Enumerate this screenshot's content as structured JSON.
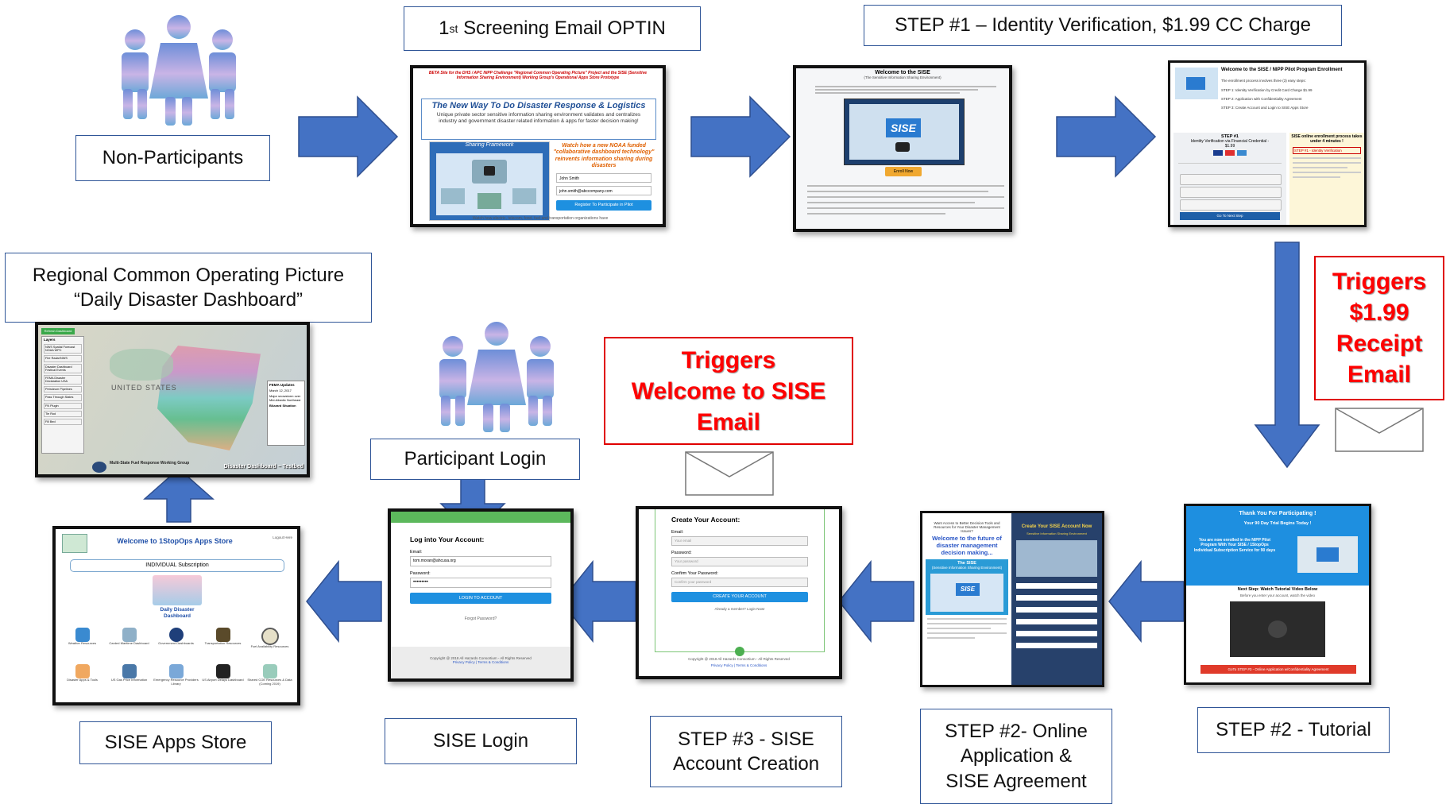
{
  "labels": {
    "non_participants": "Non-Participants",
    "screening_email_prefix": "1",
    "screening_email_sup": "st",
    "screening_email_rest": " Screening Email OPTIN",
    "step1": "STEP #1 – Identity Verification, $1.99 CC Charge",
    "regional_cop": "Regional Common Operating Picture\n“Daily Disaster Dashboard”",
    "participant_login": "Participant Login",
    "step2_tutorial": "STEP #2 - Tutorial",
    "step2_online": "STEP #2- Online\nApplication &\nSISE Agreement",
    "step3": "STEP #3 - SISE\nAccount Creation",
    "sise_login": "SISE Login",
    "sise_apps_store": "SISE Apps Store"
  },
  "triggers": {
    "receipt": "Triggers\n$1.99\nReceipt\nEmail",
    "welcome": "Triggers\nWelcome to SISE\nEmail"
  },
  "screens": {
    "optin": {
      "beta": "BETA Site for the DHS / APC NIPP Challenge \"Regional Common Operating Picture\" Project and the SISE (Sensitive Information Sharing Environment) Working Group's Operational Apps Store Prototype",
      "headline": "The New Way To Do Disaster Response & Logistics",
      "sub": "Unique private sector sensitive information sharing environment validates and centralizes industry and government disaster related information & apps for faster decision making!",
      "panel_title": "Sharing Framework",
      "promo": "Watch how a new NOAA funded \"collaborative dashboard technology\" reinvents information sharing during disasters",
      "name_field": "John Smith",
      "email_field": "john.smith@abccompany.com",
      "button": "Register To Participate in Pilot",
      "footer": "Watch how electric, telecom, food, fuel and transportation organizations have"
    },
    "step1": {
      "title": "Welcome to the SISE",
      "subtitle": "(The Sensitive Information Sharing Environment)",
      "logo": "SISE",
      "button": "Enroll Now"
    },
    "enroll": {
      "title": "Welcome to the SISE / NIPP Pilot Program Enrollment",
      "intro": "The enrollment process involves three (3) easy steps:",
      "steps": [
        "STEP 1: Identity Verification by Credit Card Charge $1.99",
        "STEP 2: Application with Confidentiality Agreement",
        "STEP 3: Create Account and Login to SISE Apps Store"
      ],
      "left_title": "STEP #1",
      "left_sub": "Identity Verification via Financial Credential - $1.99",
      "right_title": "SISE online enrollment process takes under 4 minutes !",
      "right_item": "STEP #1 - Identity Verification",
      "button": "Go To Next Step"
    },
    "tutorial": {
      "title": "Thank You For Participating !",
      "sub": "Your 90 Day Trial Begins Today !",
      "body": "You are now enrolled in the NIPP Pilot Program With Your SISE / 1StopOps Individual Subscription Service for 90 days",
      "next": "Next Step: Watch Tutorial Video Below",
      "next_sub": "Before you enter your account, watch the video",
      "button": "GoTo STEP #3 - Online Application w/Confidentiality Agreement"
    },
    "application": {
      "left_intro": "Want Access to Better Decision Tools and Resources for Your Disaster Management Issues?",
      "left_headline": "Welcome to the future of disaster management decision making...",
      "panel_title": "The SISE",
      "panel_sub": "(Sensitive Information Sharing Environment)",
      "right_title": "Create Your SISE Account Now",
      "right_sub": "Sensitive Information Sharing Environment",
      "logo": "SISE"
    },
    "create": {
      "title": "Create Your Account:",
      "email_label": "Email:",
      "email_placeholder": "Your email",
      "password_label": "Password:",
      "password_placeholder": "Your password",
      "confirm_label": "Confirm Your Password:",
      "confirm_placeholder": "Confirm your password",
      "button": "CREATE YOUR ACCOUNT",
      "member": "Already a member? Login Now!",
      "footer": "Copyright @ 2018 All Hazards Consortium - All Rights Reserved",
      "footer_links": "Privacy Policy | Terms & Conditions"
    },
    "login": {
      "title": "Log into Your Account:",
      "email_label": "Email:",
      "email_value": "tom.moran@ahcusa.org",
      "password_label": "Password:",
      "password_value": "•••••••••",
      "button": "LOGIN TO ACCOUNT",
      "forgot": "Forgot Password?",
      "footer": "Copyright @ 2018 All Hazards Consortium - All Rights Reserved",
      "footer_links": "Privacy Policy | Terms & Conditions"
    },
    "apps": {
      "title": "Welcome to 1StopOps Apps Store",
      "logout": "Logout Here",
      "subscription": "INDIVIDUAL Subscription",
      "featured": "Daily Disaster\nDashboard",
      "row1": [
        "Weather Resources",
        "Carded Maritime Dashboard",
        "Government Dashboards",
        "Transportation Resources",
        "Fuel Availability Resources"
      ],
      "row2": [
        "Disaster Apps & Tools",
        "US Gas Price Information",
        "Emergency Resource Providers Library",
        "US Airport Delays Dashboard",
        "Shared COE Resources & Data (Coming 2019)"
      ]
    },
    "map": {
      "tab": "Refresh Dashboard",
      "layers_title": "Layers",
      "layers": [
        "NWS Spatial Forecast NOAA WPC",
        "Fire Radar/NWS",
        "Disaster Dashboard Festival Events",
        "FEMA Disaster Declaration USA",
        "Petroleum Pipelines",
        "Pass Through States",
        "FN Plugin",
        "Tie Rod",
        "Fill Bed"
      ],
      "country": "UNITED STATES",
      "popup_title": "FEMA Updates",
      "popup_date": "March 12, 2017",
      "popup_text": "Major snowstorm over Mid-Atlantic Northeast",
      "popup_note": "Blizzard Situation",
      "footer_org": "Multi-State Fuel Response Working Group",
      "footer_tag": "Disaster Dashboard ~ Testbed"
    }
  }
}
